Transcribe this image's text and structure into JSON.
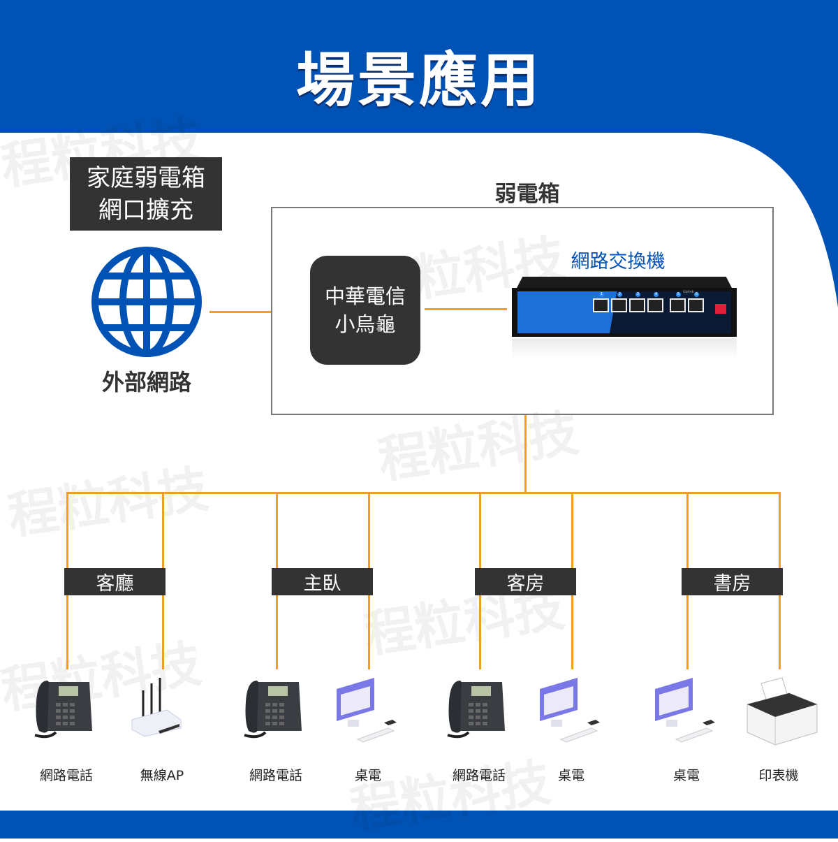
{
  "header": {
    "title": "場景應用"
  },
  "colors": {
    "brand_blue": "#0052b4",
    "line_orange": "#f0a020",
    "box_dark": "#333333"
  },
  "expansion_label": {
    "line1": "家庭弱電箱",
    "line2": "網口擴充"
  },
  "external": {
    "label": "外部網路",
    "icon": "globe-icon"
  },
  "cabinet": {
    "title": "弱電箱",
    "router": {
      "line1": "中華電信",
      "line2": "小烏龜"
    },
    "switch": {
      "label": "網路交換機",
      "uplink": "Uplink",
      "ports": [
        "1",
        "2",
        "3",
        "4",
        "5",
        "6"
      ]
    }
  },
  "rooms": [
    {
      "name": "客廳",
      "devices": [
        {
          "label": "網路電話",
          "icon": "ip-phone-icon"
        },
        {
          "label": "無線AP",
          "icon": "wireless-ap-icon"
        }
      ]
    },
    {
      "name": "主臥",
      "devices": [
        {
          "label": "網路電話",
          "icon": "ip-phone-icon"
        },
        {
          "label": "桌電",
          "icon": "desktop-icon"
        }
      ]
    },
    {
      "name": "客房",
      "devices": [
        {
          "label": "網路電話",
          "icon": "ip-phone-icon"
        },
        {
          "label": "桌電",
          "icon": "desktop-icon"
        }
      ]
    },
    {
      "name": "書房",
      "devices": [
        {
          "label": "桌電",
          "icon": "desktop-icon"
        },
        {
          "label": "印表機",
          "icon": "printer-icon"
        }
      ]
    }
  ],
  "watermark": "程粒科技"
}
